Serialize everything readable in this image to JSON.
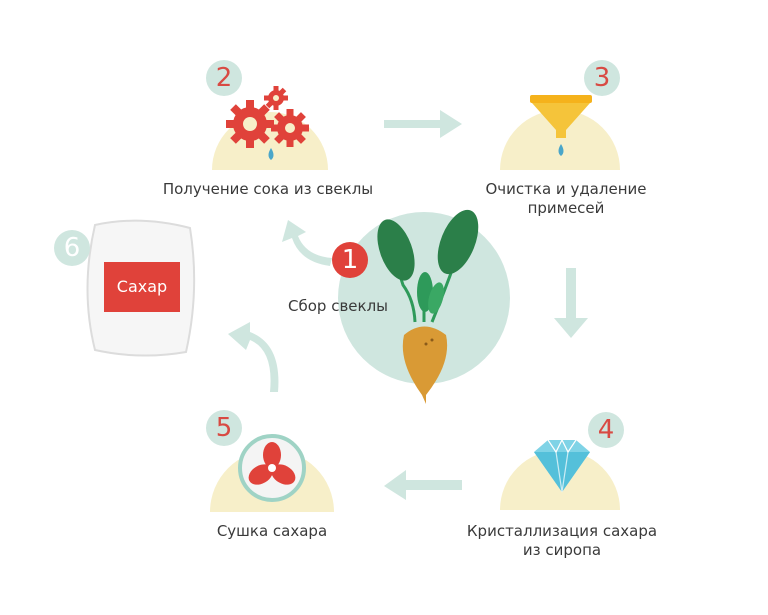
{
  "steps": [
    {
      "number": "1",
      "label": "Сбор свеклы",
      "icon": "sugar-beet-icon"
    },
    {
      "number": "2",
      "label": "Получение сока из свеклы",
      "icon": "gears-icon"
    },
    {
      "number": "3",
      "label": "Очистка и удаление",
      "label2": "примесей",
      "icon": "funnel-icon"
    },
    {
      "number": "4",
      "label": "Кристаллизация сахара",
      "label2": "из сиропа",
      "icon": "diamond-icon"
    },
    {
      "number": "5",
      "label": "Сушка сахара",
      "icon": "fan-icon"
    },
    {
      "number": "6",
      "bag_label": "Сахар",
      "icon": "sugar-bag-icon"
    }
  ],
  "colors": {
    "accent_red": "#e0423a",
    "mint": "#cfe6df",
    "cream": "#f7efc9",
    "arrow": "#cfe6df"
  }
}
